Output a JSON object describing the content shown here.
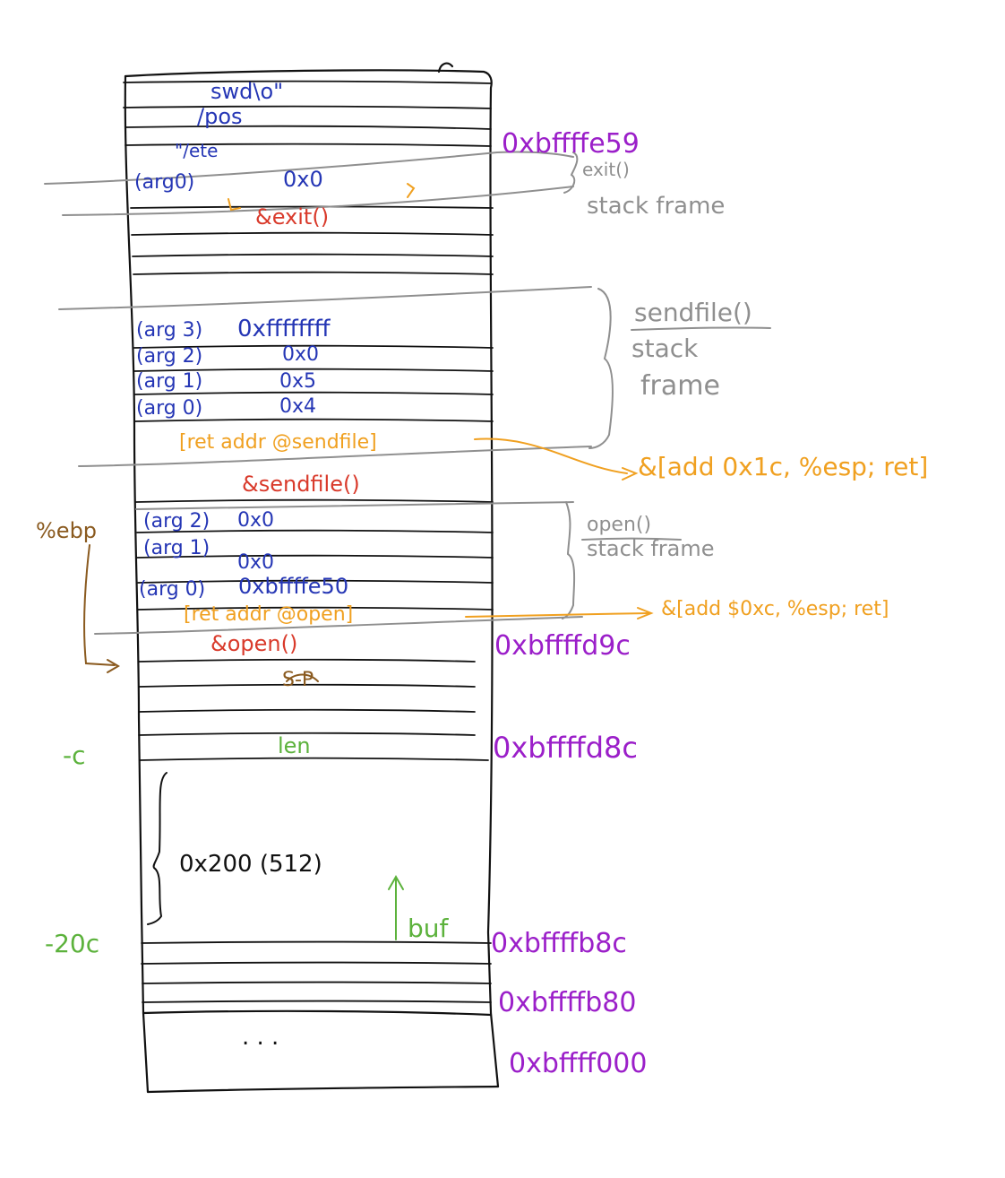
{
  "colors": {
    "ink": "#111111",
    "blue": "#2536b5",
    "red": "#d93a2b",
    "orange": "#f0a020",
    "gray": "#8f8f8f",
    "purple": "#9b1fc9",
    "green": "#5cb23c",
    "brown": "#8a5a1f"
  },
  "stack_cells": {
    "top_strings": [
      "swd\\o\"",
      "/pos",
      "\"/ete"
    ],
    "exit_arg0_label": "(arg0)",
    "exit_arg0_value": "0x0",
    "exit_call": "&exit()",
    "sendfile_args": [
      {
        "label": "(arg 3)",
        "value": "0xffffffff"
      },
      {
        "label": "(arg 2)",
        "value": "0x0"
      },
      {
        "label": "(arg 1)",
        "value": "0x5"
      },
      {
        "label": "(arg 0)",
        "value": "0x4"
      }
    ],
    "sendfile_ret": "[ret addr @sendfile]",
    "sendfile_call": "&sendfile()",
    "open_args": [
      {
        "label": "(arg 2)",
        "value": "0x0"
      },
      {
        "label": "(arg 1)",
        "value": "0x0"
      },
      {
        "label": "(arg 0)",
        "value": "0xbffffe50"
      }
    ],
    "open_ret": "[ret addr @open]",
    "open_call": "&open()",
    "saved_ebp": "S-P",
    "len_label": "len",
    "buf_size": "0x200 (512)",
    "buf_label": "buf",
    "ellipsis": ". . ."
  },
  "frame_labels": {
    "exit_frame": [
      "exit()",
      "stack frame"
    ],
    "sendfile_frame": [
      "sendfile()",
      "stack",
      "frame"
    ],
    "open_frame": [
      "open()",
      "stack frame"
    ]
  },
  "gadgets": {
    "sendfile_gadget": "&[add 0x1c, %esp; ret]",
    "open_gadget": "&[add $0xc, %esp; ret]"
  },
  "addresses": {
    "addr_e59": "0xbffffe59",
    "addr_d9c": "0xbffffd9c",
    "addr_d8c": "0xbffffd8c",
    "addr_b8c": "0xbffffb8c",
    "addr_b80": "0xbffffb80",
    "addr_000": "0xbffff000"
  },
  "offsets": {
    "ebp": "%ebp",
    "minus_c": "-c",
    "minus_20c": "-20c"
  }
}
